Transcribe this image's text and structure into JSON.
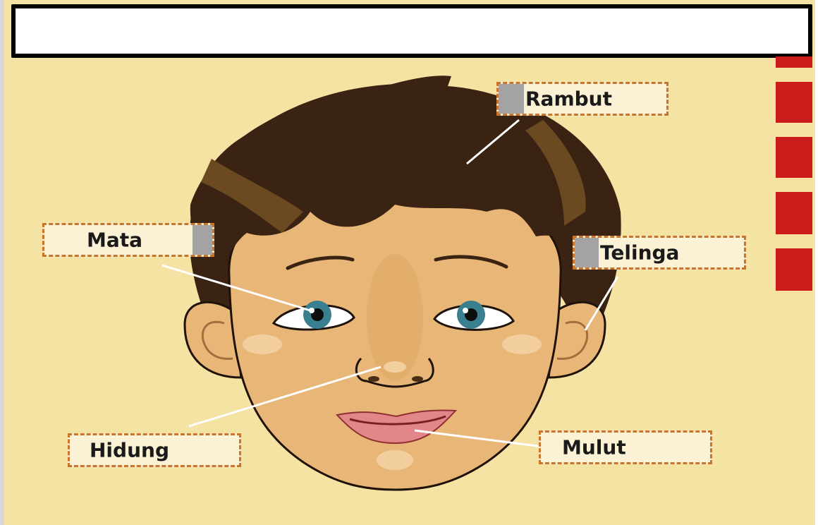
{
  "title_bar": {
    "text": ""
  },
  "labels": {
    "rambut": "Rambut",
    "mata": "Mata",
    "telinga": "Telinga",
    "hidung": "Hidung",
    "mulut": "Mulut"
  },
  "colors": {
    "background": "#f5e3a4",
    "hair": "#3a2313",
    "skin": "#e8b676",
    "label_border": "#c9762c",
    "accent_red": "#cc1b1b"
  }
}
